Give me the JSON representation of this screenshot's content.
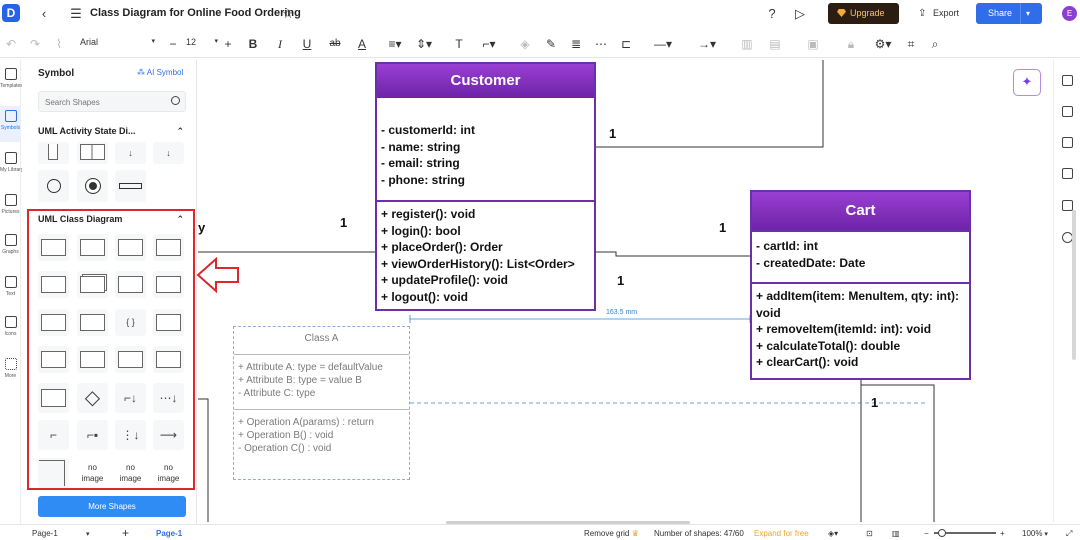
{
  "app": {
    "doc_title": "Class Diagram for Online Food Ordering",
    "upgrade": "Upgrade",
    "export": "Export",
    "share": "Share",
    "avatar": "E"
  },
  "toolbar": {
    "font": "Arial",
    "size": "12"
  },
  "rail": [
    {
      "label": "Templates"
    },
    {
      "label": "Symbols"
    },
    {
      "label": "My Library"
    },
    {
      "label": "Pictures"
    },
    {
      "label": "Graphs"
    },
    {
      "label": "Text"
    },
    {
      "label": "Icons"
    },
    {
      "label": "More"
    }
  ],
  "panel": {
    "title": "Symbol",
    "ai_symbol": "AI Symbol",
    "search_placeholder": "Search Shapes",
    "section1": "UML Activity State Di...",
    "section2": "UML Class Diagram",
    "no_image": "no image",
    "more_shapes": "More Shapes"
  },
  "diagram": {
    "customer": {
      "name": "Customer",
      "attributes": [
        "- customerId: int",
        "- name: string",
        "- email: string",
        "- phone: string"
      ],
      "methods": [
        "+ register(): void",
        "+ login(): bool",
        "+ placeOrder(): Order",
        "+ viewOrderHistory(): List<Order>",
        "+ updateProfile(): void",
        "+ logout(): void"
      ]
    },
    "cart": {
      "name": "Cart",
      "attributes": [
        "- cartId: int",
        "- createdDate: Date"
      ],
      "methods": [
        "+ addItem(item: MenuItem, qty: int): void",
        "+ removeItem(itemId: int): void",
        "+ calculateTotal(): double",
        "+ clearCart(): void"
      ]
    },
    "class_a": {
      "name": "Class A",
      "attributes": [
        "+  Attribute A: type = defaultValue",
        "+  Attribute B: type = value B",
        "-   Attribute C: type"
      ],
      "methods": [
        "+  Operation A(params) : return",
        "+  Operation B() : void",
        "-   Operation C() : void"
      ]
    },
    "multiplicity": "1",
    "partial_label": "y",
    "dimension": "163.5 mm"
  },
  "bottom": {
    "page_select": "Page-1",
    "page_tab": "Page-1",
    "remove_grid": "Remove grid",
    "shapes_count": "Number of shapes: 47/60",
    "expand": "Expand for free",
    "zoom": "100%"
  },
  "colors": {
    "class_border": "#6b2fa8",
    "accent": "#2f6ee8",
    "highlight": "#d9292e"
  }
}
